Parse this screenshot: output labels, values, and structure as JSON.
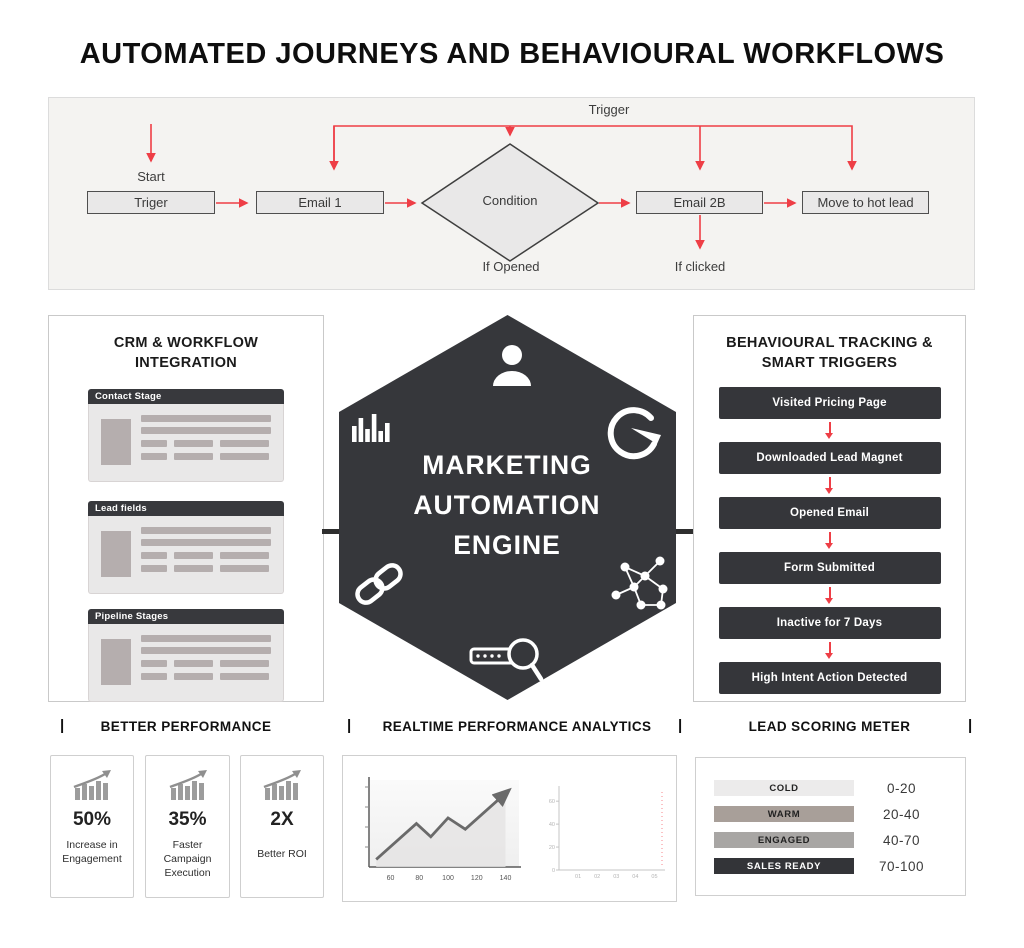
{
  "title": "AUTOMATED JOURNEYS AND BEHAVIOURAL WORKFLOWS",
  "colors": {
    "red": "#ee3e46",
    "dark": "#35363a",
    "hexagon": "#36373b",
    "flow_bg": "#f4f3f1",
    "box_fill": "#e9e8e8",
    "skeleton": "#b5aeae"
  },
  "flowchart": {
    "trigger_label": "Trigger",
    "start_label": "Start",
    "boxes": {
      "trigger": "Triger",
      "email1": "Email 1",
      "condition": "Condition",
      "email2b": "Email 2B",
      "move_hot": "Move to hot lead"
    },
    "if_opened": "If Opened",
    "if_clicked": "If clicked"
  },
  "crm_panel": {
    "title": "CRM & WORKFLOW INTEGRATION",
    "cards": [
      {
        "label": "Contact Stage"
      },
      {
        "label": "Lead fields"
      },
      {
        "label": "Pipeline Stages"
      }
    ]
  },
  "engine": {
    "line1": "MARKETING",
    "line2": "AUTOMATION",
    "line3": "ENGINE",
    "icons": [
      "user-icon",
      "bar-chart-icon",
      "gauge-icon",
      "link-icon",
      "network-icon",
      "search-icon"
    ]
  },
  "behaviour_panel": {
    "title": "BEHAVIOURAL TRACKING & SMART TRIGGERS",
    "triggers": [
      "Visited Pricing Page",
      "Downloaded Lead Magnet",
      "Opened Email",
      "Form Submitted",
      "Inactive for 7 Days",
      "High Intent Action Detected"
    ]
  },
  "sections": {
    "divider": "|",
    "performance": "BETTER PERFORMANCE",
    "analytics": "REALTIME PERFORMANCE ANALYTICS",
    "scoring": "LEAD SCORING METER"
  },
  "stats": [
    {
      "value": "50%",
      "label": "Increase in Engagement"
    },
    {
      "value": "35%",
      "label": "Faster Campaign Execution"
    },
    {
      "value": "2X",
      "label": "Better ROI"
    }
  ],
  "chart_data": [
    {
      "type": "area",
      "title": "",
      "xlabel": "",
      "ylabel": "",
      "x": [
        50,
        78,
        88,
        100,
        112,
        140
      ],
      "y": [
        8,
        46,
        32,
        52,
        40,
        78
      ],
      "xticks": [
        60,
        80,
        100,
        120,
        140
      ],
      "xlim": [
        45,
        148
      ],
      "ylim": [
        0,
        90
      ],
      "arrow_end": true,
      "line_color": "#6a6a6a",
      "fill_color": "#e5e4e4"
    },
    {
      "type": "line",
      "title": "",
      "xlabel": "",
      "ylabel": "",
      "x": [],
      "y": [],
      "xticks": [
        "01",
        "02",
        "03",
        "04",
        "05"
      ],
      "yticks": [
        0,
        20,
        40,
        60
      ],
      "xlim": [
        0,
        5.5
      ],
      "ylim": [
        0,
        68
      ],
      "axis_color": "#c4c4c4"
    }
  ],
  "scoring": {
    "rows": [
      {
        "label": "COLD",
        "range": "0-20",
        "color": "#ecebeb",
        "text_color": "#222222"
      },
      {
        "label": "WARM",
        "range": "20-40",
        "color": "#a89f99",
        "text_color": "#222222"
      },
      {
        "label": "ENGAGED",
        "range": "40-70",
        "color": "#a8a6a4",
        "text_color": "#222222"
      },
      {
        "label": "SALES READY",
        "range": "70-100",
        "color": "#333438",
        "text_color": "#ffffff"
      }
    ]
  }
}
